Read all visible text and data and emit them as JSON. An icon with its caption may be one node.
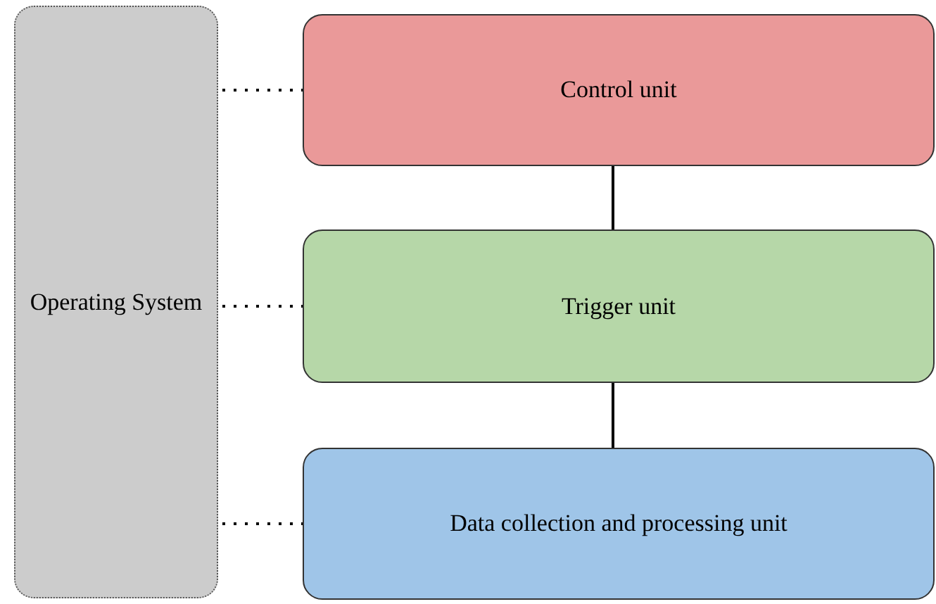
{
  "diagram": {
    "nodes": [
      {
        "text": [
          "Operating System"
        ]
      },
      {
        "text": [
          "Control unit"
        ]
      },
      {
        "text": [
          "Trigger unit"
        ]
      },
      {
        "text": [
          "Data collection and processing unit"
        ]
      }
    ],
    "edges": [
      {
        "from": 0,
        "to": 1,
        "arrow": "none",
        "style": "dashed"
      },
      {
        "from": 0,
        "to": 2,
        "arrow": "none",
        "style": "dashed"
      },
      {
        "from": 0,
        "to": 3,
        "arrow": "none",
        "style": "dashed"
      },
      {
        "from": 1,
        "to": 2,
        "arrow": "none"
      },
      {
        "from": 2,
        "to": 3,
        "arrow": "none"
      }
    ]
  }
}
